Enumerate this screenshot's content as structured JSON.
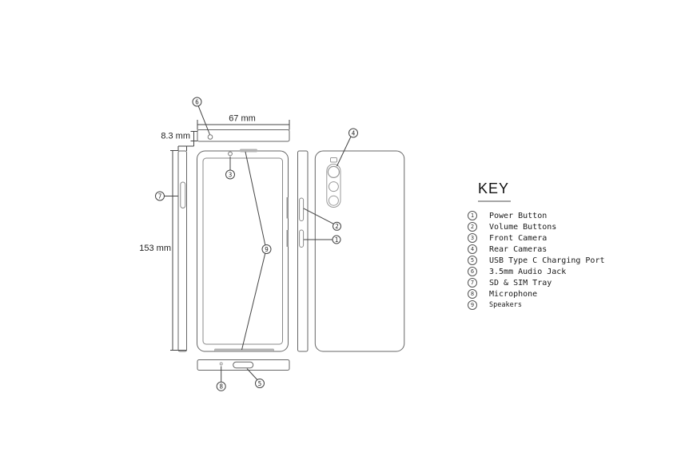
{
  "colors": {
    "phone_outline": "#666666",
    "annotation_line": "#444444",
    "speaker_fill": "#b3b3b3",
    "side_button_fill": "#999999",
    "text": "#1a1a1a",
    "underline": "#a6a6a6"
  },
  "dimensions": {
    "width_label": "67 mm",
    "thickness_label": "8.3 mm",
    "height_label": "153 mm"
  },
  "key": {
    "title": "KEY",
    "items": [
      {
        "num": "1",
        "label": "Power Button"
      },
      {
        "num": "2",
        "label": "Volume Buttons"
      },
      {
        "num": "3",
        "label": "Front Camera"
      },
      {
        "num": "4",
        "label": "Rear Cameras"
      },
      {
        "num": "5",
        "label": "USB Type C Charging Port"
      },
      {
        "num": "6",
        "label": "3.5mm Audio Jack"
      },
      {
        "num": "7",
        "label": "SD & SIM Tray"
      },
      {
        "num": "8",
        "label": "Microphone"
      },
      {
        "num": "9",
        "label": "Speakers"
      }
    ]
  }
}
